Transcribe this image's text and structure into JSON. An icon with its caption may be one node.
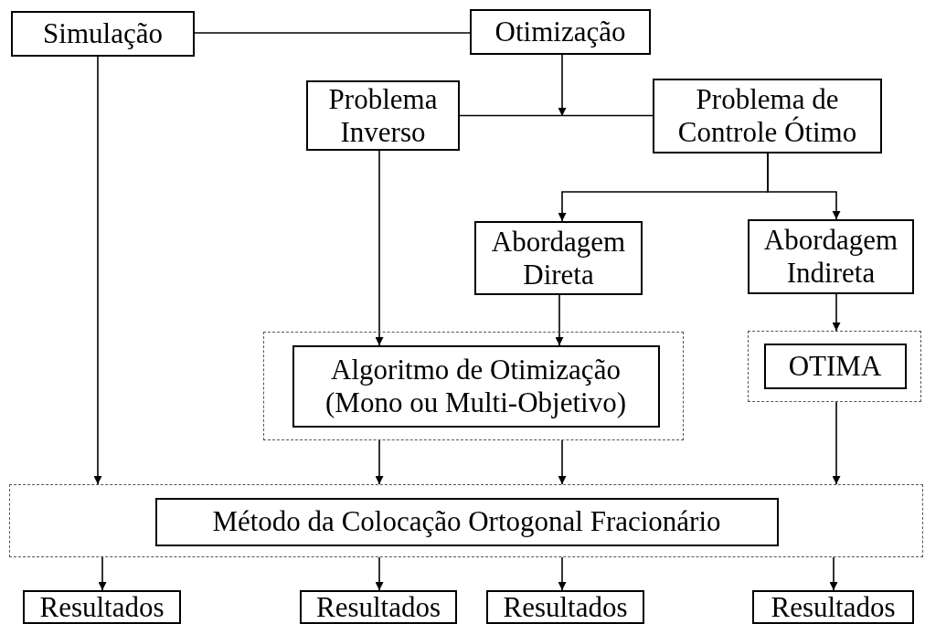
{
  "diagram": {
    "nodes": [
      {
        "text": [
          "Simulação"
        ]
      },
      {
        "text": [
          "Otimização"
        ]
      },
      {
        "text": [
          "Problema Inverso"
        ]
      },
      {
        "text": [
          "Problema de Controle Ótimo"
        ]
      },
      {
        "text": [
          "Abordagem Direta"
        ]
      },
      {
        "text": [
          "Abordagem Indireta"
        ]
      },
      {
        "text": [],
        "shape": "box"
      },
      {
        "text": [
          "Algoritmo de Otimização (Mono ou Multi-Objetivo)"
        ],
        "in": 6
      },
      {
        "text": [],
        "shape": "box"
      },
      {
        "text": [
          "OTIMA"
        ],
        "in": 8
      },
      {
        "text": [],
        "shape": "box"
      },
      {
        "text": [
          "Método da Colocação Ortogonal Fracionário"
        ],
        "in": 10
      },
      {
        "text": [
          "Resultados"
        ]
      },
      {
        "text": [
          "Resultados"
        ]
      },
      {
        "text": [
          "Resultados"
        ]
      },
      {
        "text": [
          "Resultados"
        ]
      }
    ],
    "edges": [
      {
        "from": 0,
        "to": 1,
        "arrow": "none"
      },
      {
        "from": 1,
        "to": null,
        "arrow": "to"
      },
      {
        "from": 2,
        "to": 3,
        "arrow": "none"
      },
      {
        "from": 3,
        "to": 4,
        "arrow": "to"
      },
      {
        "from": 3,
        "to": 5,
        "arrow": "to"
      },
      {
        "from": 2,
        "to": 7,
        "arrow": "to"
      },
      {
        "from": 4,
        "to": 7,
        "arrow": "to"
      },
      {
        "from": 5,
        "to": 8,
        "arrow": "to"
      },
      {
        "from": 0,
        "to": 10,
        "arrow": "to"
      },
      {
        "from": 6,
        "to": 10,
        "arrow": "to"
      },
      {
        "from": 6,
        "to": 10,
        "arrow": "to"
      },
      {
        "from": 8,
        "to": 10,
        "arrow": "to"
      },
      {
        "from": 10,
        "to": 12,
        "arrow": "to"
      },
      {
        "from": 10,
        "to": 13,
        "arrow": "to"
      },
      {
        "from": 10,
        "to": 14,
        "arrow": "to"
      },
      {
        "from": 10,
        "to": 15,
        "arrow": "to"
      }
    ]
  }
}
